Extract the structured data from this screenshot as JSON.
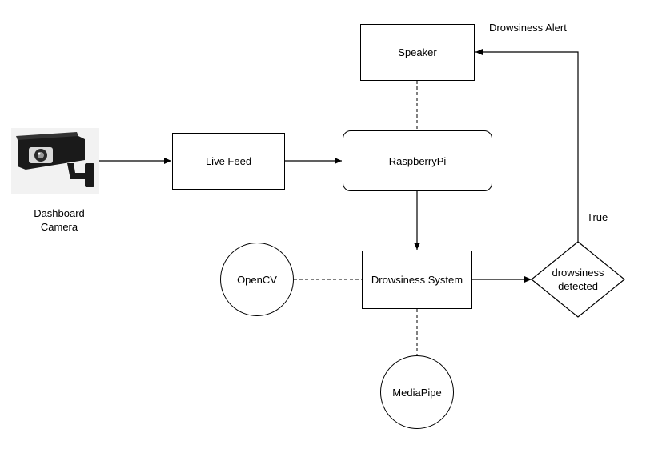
{
  "diagram": {
    "nodes": {
      "camera_label": [
        "Dashboard",
        "Camera"
      ],
      "live_feed": "Live Feed",
      "raspberry_pi": "RaspberryPi",
      "speaker": "Speaker",
      "drowsiness_system": "Drowsiness System",
      "opencv": "OpenCV",
      "mediapipe": "MediaPipe",
      "decision": [
        "drowsiness",
        "detected"
      ]
    },
    "edge_labels": {
      "alert": "Drowsiness Alert",
      "true_branch": "True"
    },
    "colors": {
      "stroke": "#000000",
      "camera_body": "#1a1a1a",
      "camera_lens": "#d9d9d9",
      "camera_background": "#f2f2f2"
    }
  }
}
